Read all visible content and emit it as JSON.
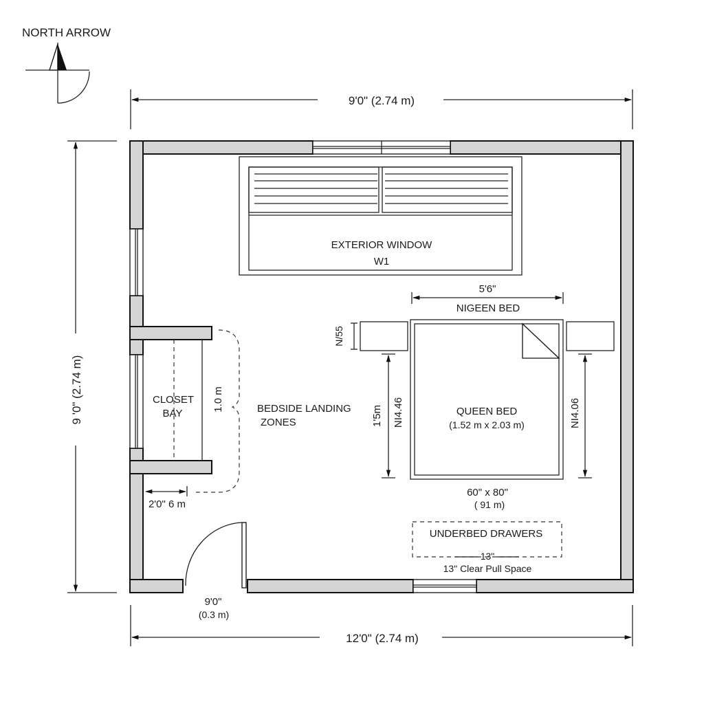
{
  "north_arrow": {
    "label": "NORTH ARROW"
  },
  "dimensions": {
    "top_width": "9'0\" (2.74 m)",
    "left_height": "9 '0\" (2.74 m)",
    "bottom_width": "12'0\" (2.74 m)",
    "bed_width": "5'6\"",
    "nightstand_left": "N/55",
    "bed_left_height": "1'5m",
    "bed_left_side": "NI4.46",
    "bed_right_side": "NI4.06",
    "closet_depth": "1.0 m",
    "closet_width": "2'0\" 6 m",
    "door_width": "9'0\"",
    "door_width_metric": "(0.3 m)",
    "bed_size_imperial": "60\" x 80\"",
    "bed_size_metric": "( 91 m)",
    "drawer_clearance": "13\""
  },
  "labels": {
    "window_name": "EXTERIOR WINDOW",
    "window_id": "W1",
    "nightstands": "NIGEEN BED",
    "bed_name": "QUEEN BED",
    "bed_metric": "(1.52 m x 2.03 m)",
    "closet_line1": "CLOSET",
    "closet_line2": "BAY",
    "bedside_line1": "BEDSIDE LANDING",
    "bedside_line2": "ZONES",
    "drawers": "UNDERBED DRAWERS",
    "pull_space": "13\" Clear Pull Space"
  },
  "colors": {
    "wall_fill": "#d4d4d4",
    "line": "#111111"
  }
}
